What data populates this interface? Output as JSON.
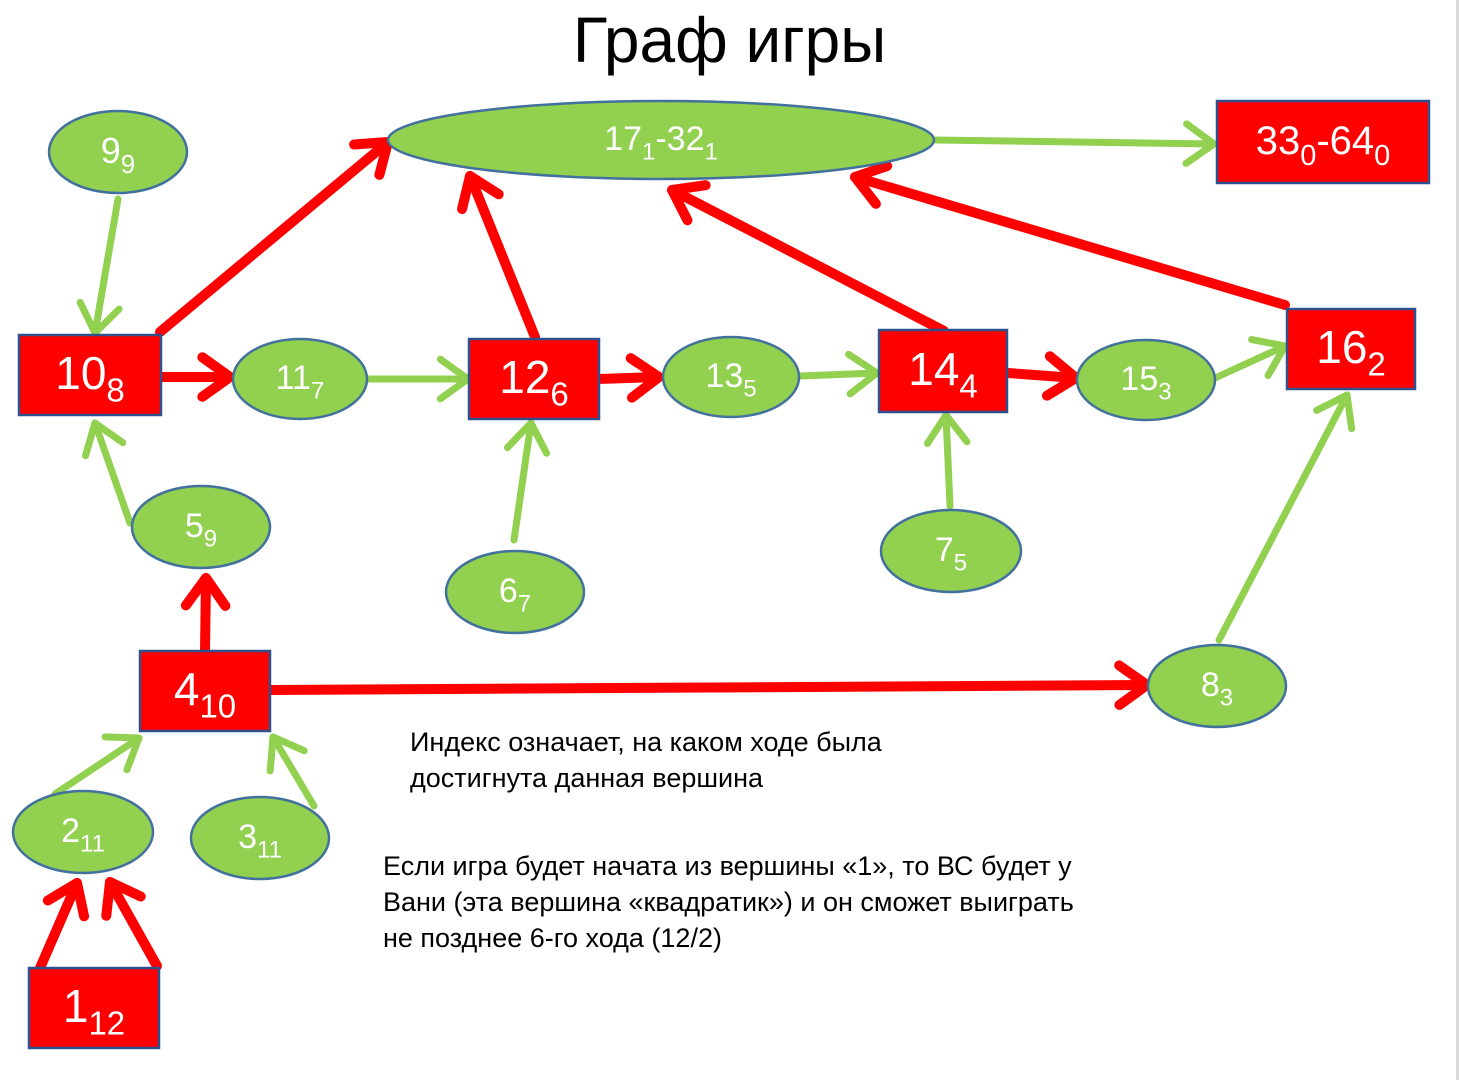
{
  "title": "Граф игры",
  "colors": {
    "green_fill": "#92d050",
    "green_stroke": "#41719c",
    "red_fill": "#ff0000",
    "red_stroke": "#2f528f",
    "green_arrow": "#92d050",
    "red_arrow": "#ff0000"
  },
  "nodes": [
    {
      "id": "n9",
      "base": "9",
      "sub": "9",
      "shape": "ellipse",
      "color": "green"
    },
    {
      "id": "n17_32",
      "base": "17",
      "sub": "1",
      "base2": "-32",
      "sub2": "1",
      "shape": "ellipse",
      "color": "green"
    },
    {
      "id": "n33_64",
      "base": "33",
      "sub": "0",
      "base2": "-64",
      "sub2": "0",
      "shape": "rect",
      "color": "red"
    },
    {
      "id": "n10",
      "base": "10",
      "sub": "8",
      "shape": "rect",
      "color": "red"
    },
    {
      "id": "n11",
      "base": "11",
      "sub": "7",
      "shape": "ellipse",
      "color": "green"
    },
    {
      "id": "n12",
      "base": "12",
      "sub": "6",
      "shape": "rect",
      "color": "red"
    },
    {
      "id": "n13",
      "base": "13",
      "sub": "5",
      "shape": "ellipse",
      "color": "green"
    },
    {
      "id": "n14",
      "base": "14",
      "sub": "4",
      "shape": "rect",
      "color": "red"
    },
    {
      "id": "n15",
      "base": "15",
      "sub": "3",
      "shape": "ellipse",
      "color": "green"
    },
    {
      "id": "n16",
      "base": "16",
      "sub": "2",
      "shape": "rect",
      "color": "red"
    },
    {
      "id": "n5",
      "base": "5",
      "sub": "9",
      "shape": "ellipse",
      "color": "green"
    },
    {
      "id": "n6",
      "base": "6",
      "sub": "7",
      "shape": "ellipse",
      "color": "green"
    },
    {
      "id": "n7",
      "base": "7",
      "sub": "5",
      "shape": "ellipse",
      "color": "green"
    },
    {
      "id": "n4",
      "base": "4",
      "sub": "10",
      "shape": "rect",
      "color": "red"
    },
    {
      "id": "n8",
      "base": "8",
      "sub": "3",
      "shape": "ellipse",
      "color": "green"
    },
    {
      "id": "n2",
      "base": "2",
      "sub": "11",
      "shape": "ellipse",
      "color": "green"
    },
    {
      "id": "n3",
      "base": "3",
      "sub": "11",
      "shape": "ellipse",
      "color": "green"
    },
    {
      "id": "n1",
      "base": "1",
      "sub": "12",
      "shape": "rect",
      "color": "red"
    }
  ],
  "edges": [
    {
      "from": "n9",
      "to": "n10",
      "color": "green"
    },
    {
      "from": "n10",
      "to": "n17_32",
      "color": "red"
    },
    {
      "from": "n17_32",
      "to": "n33_64",
      "color": "green"
    },
    {
      "from": "n10",
      "to": "n11",
      "color": "red"
    },
    {
      "from": "n11",
      "to": "n12",
      "color": "green"
    },
    {
      "from": "n12",
      "to": "n17_32",
      "color": "red"
    },
    {
      "from": "n12",
      "to": "n13",
      "color": "red"
    },
    {
      "from": "n13",
      "to": "n14",
      "color": "green"
    },
    {
      "from": "n14",
      "to": "n17_32",
      "color": "red"
    },
    {
      "from": "n14",
      "to": "n15",
      "color": "red"
    },
    {
      "from": "n15",
      "to": "n16",
      "color": "green"
    },
    {
      "from": "n16",
      "to": "n17_32",
      "color": "red"
    },
    {
      "from": "n5",
      "to": "n10",
      "color": "green"
    },
    {
      "from": "n6",
      "to": "n12",
      "color": "green"
    },
    {
      "from": "n7",
      "to": "n14",
      "color": "green"
    },
    {
      "from": "n4",
      "to": "n5",
      "color": "red"
    },
    {
      "from": "n4",
      "to": "n8",
      "color": "red"
    },
    {
      "from": "n8",
      "to": "n16",
      "color": "green"
    },
    {
      "from": "n2",
      "to": "n4",
      "color": "green"
    },
    {
      "from": "n3",
      "to": "n4",
      "color": "green"
    },
    {
      "from": "n1",
      "to": "n2",
      "color": "red"
    },
    {
      "from": "n1",
      "to": "n2",
      "color": "red"
    }
  ],
  "notes": {
    "index_note_line1": "Индекс означает, на каком ходе была",
    "index_note_line2": "достигнута данная вершина",
    "start_note_line1": "Если игра будет начата из вершины «1», то ВС будет у",
    "start_note_line2": "Вани (эта вершина «квадратик») и он сможет выиграть",
    "start_note_line3": "не позднее 6-го хода (12/2)"
  }
}
